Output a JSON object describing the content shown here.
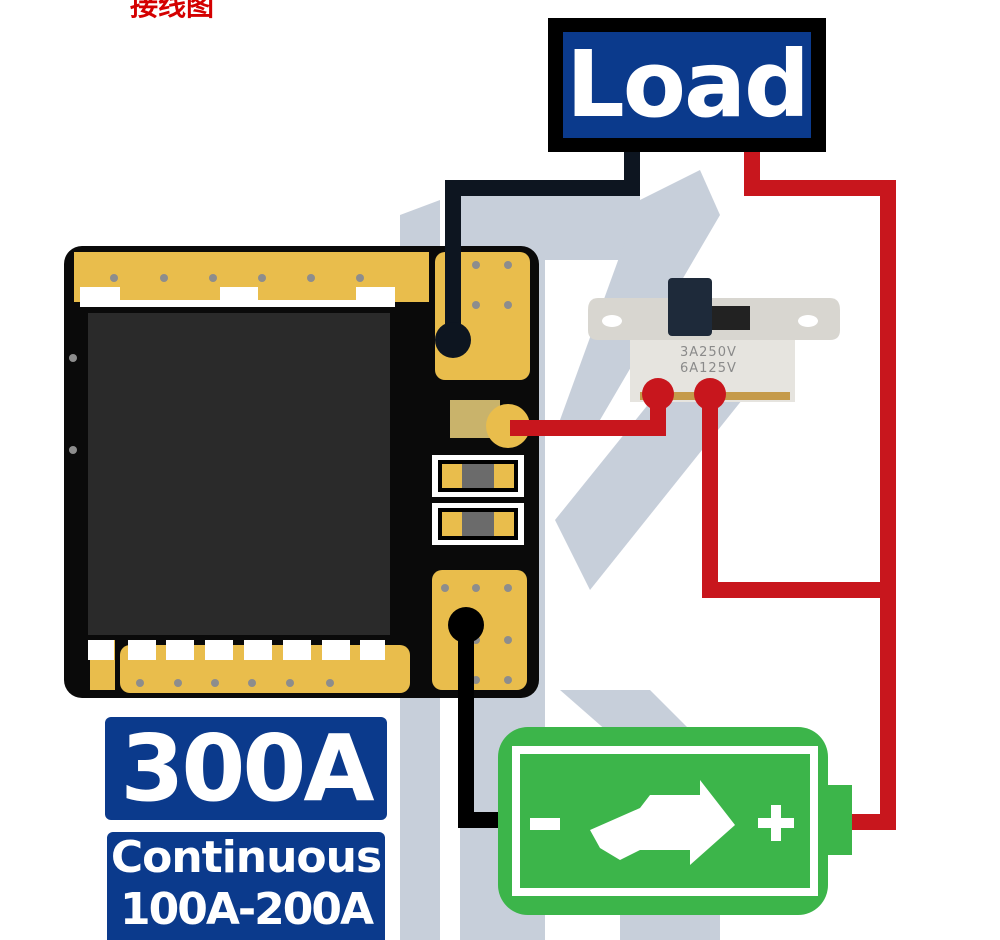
{
  "title_fragment": "接线图",
  "load_label": "Load",
  "switch": {
    "rating_line1": "3A250V",
    "rating_line2": "6A125V"
  },
  "battery": {
    "negative_sign": "-",
    "positive_sign": "+"
  },
  "ratings": {
    "peak": "300A",
    "continuous_label": "Continuous",
    "continuous_range": "100A-200A"
  },
  "colors": {
    "brand_blue": "#0b3a8c",
    "wire_red": "#c8161d",
    "wire_black": "#000000",
    "pcb_gold": "#e9bd4c",
    "battery_green": "#3cb54a",
    "watermark": "#9aa8bd"
  }
}
